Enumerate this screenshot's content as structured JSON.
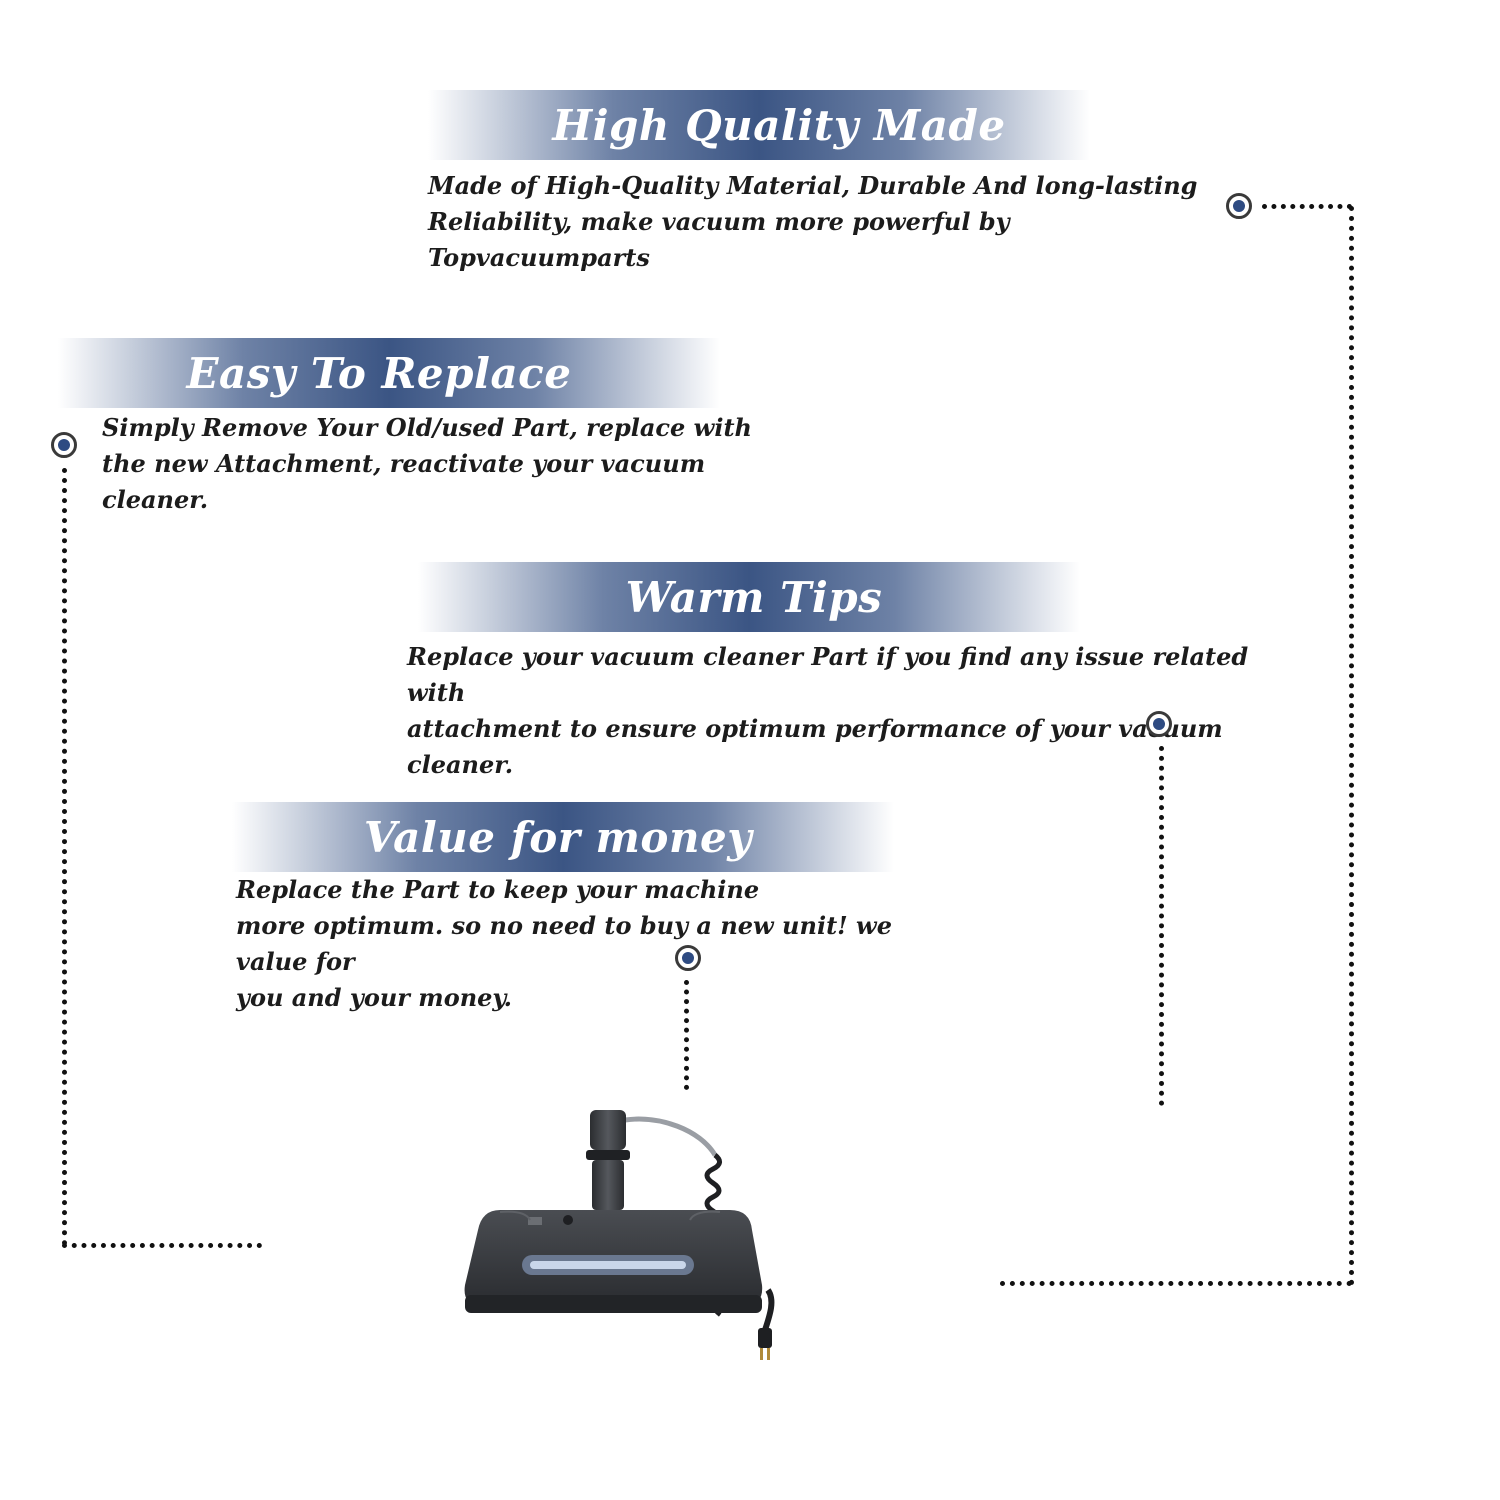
{
  "sections": {
    "high_quality": {
      "title": "High Quality Made",
      "description": "Made of  High-Quality Material, Durable And long-lasting\nReliability, make vacuum more powerful by Topvacuumparts"
    },
    "easy_replace": {
      "title": "Easy To Replace",
      "description": "Simply Remove Your Old/used Part, replace with\nthe new Attachment, reactivate your vacuum cleaner."
    },
    "warm_tips": {
      "title": "Warm Tips",
      "description": "Replace your vacuum cleaner Part if you find any issue related with\n attachment to ensure optimum performance of your vacuum cleaner."
    },
    "value_money": {
      "title": "Value for money",
      "description": "Replace the Part to keep your machine\nmore optimum. so no need to buy a new unit! we value for\nyou and your money."
    }
  },
  "colors": {
    "banner_accent": "#3b5584",
    "bullet_dot": "#2e4b82",
    "text": "#1c1c1c"
  },
  "icons": {
    "bullet": "target-dot-icon",
    "product": "power-nozzle-vacuum-head"
  }
}
